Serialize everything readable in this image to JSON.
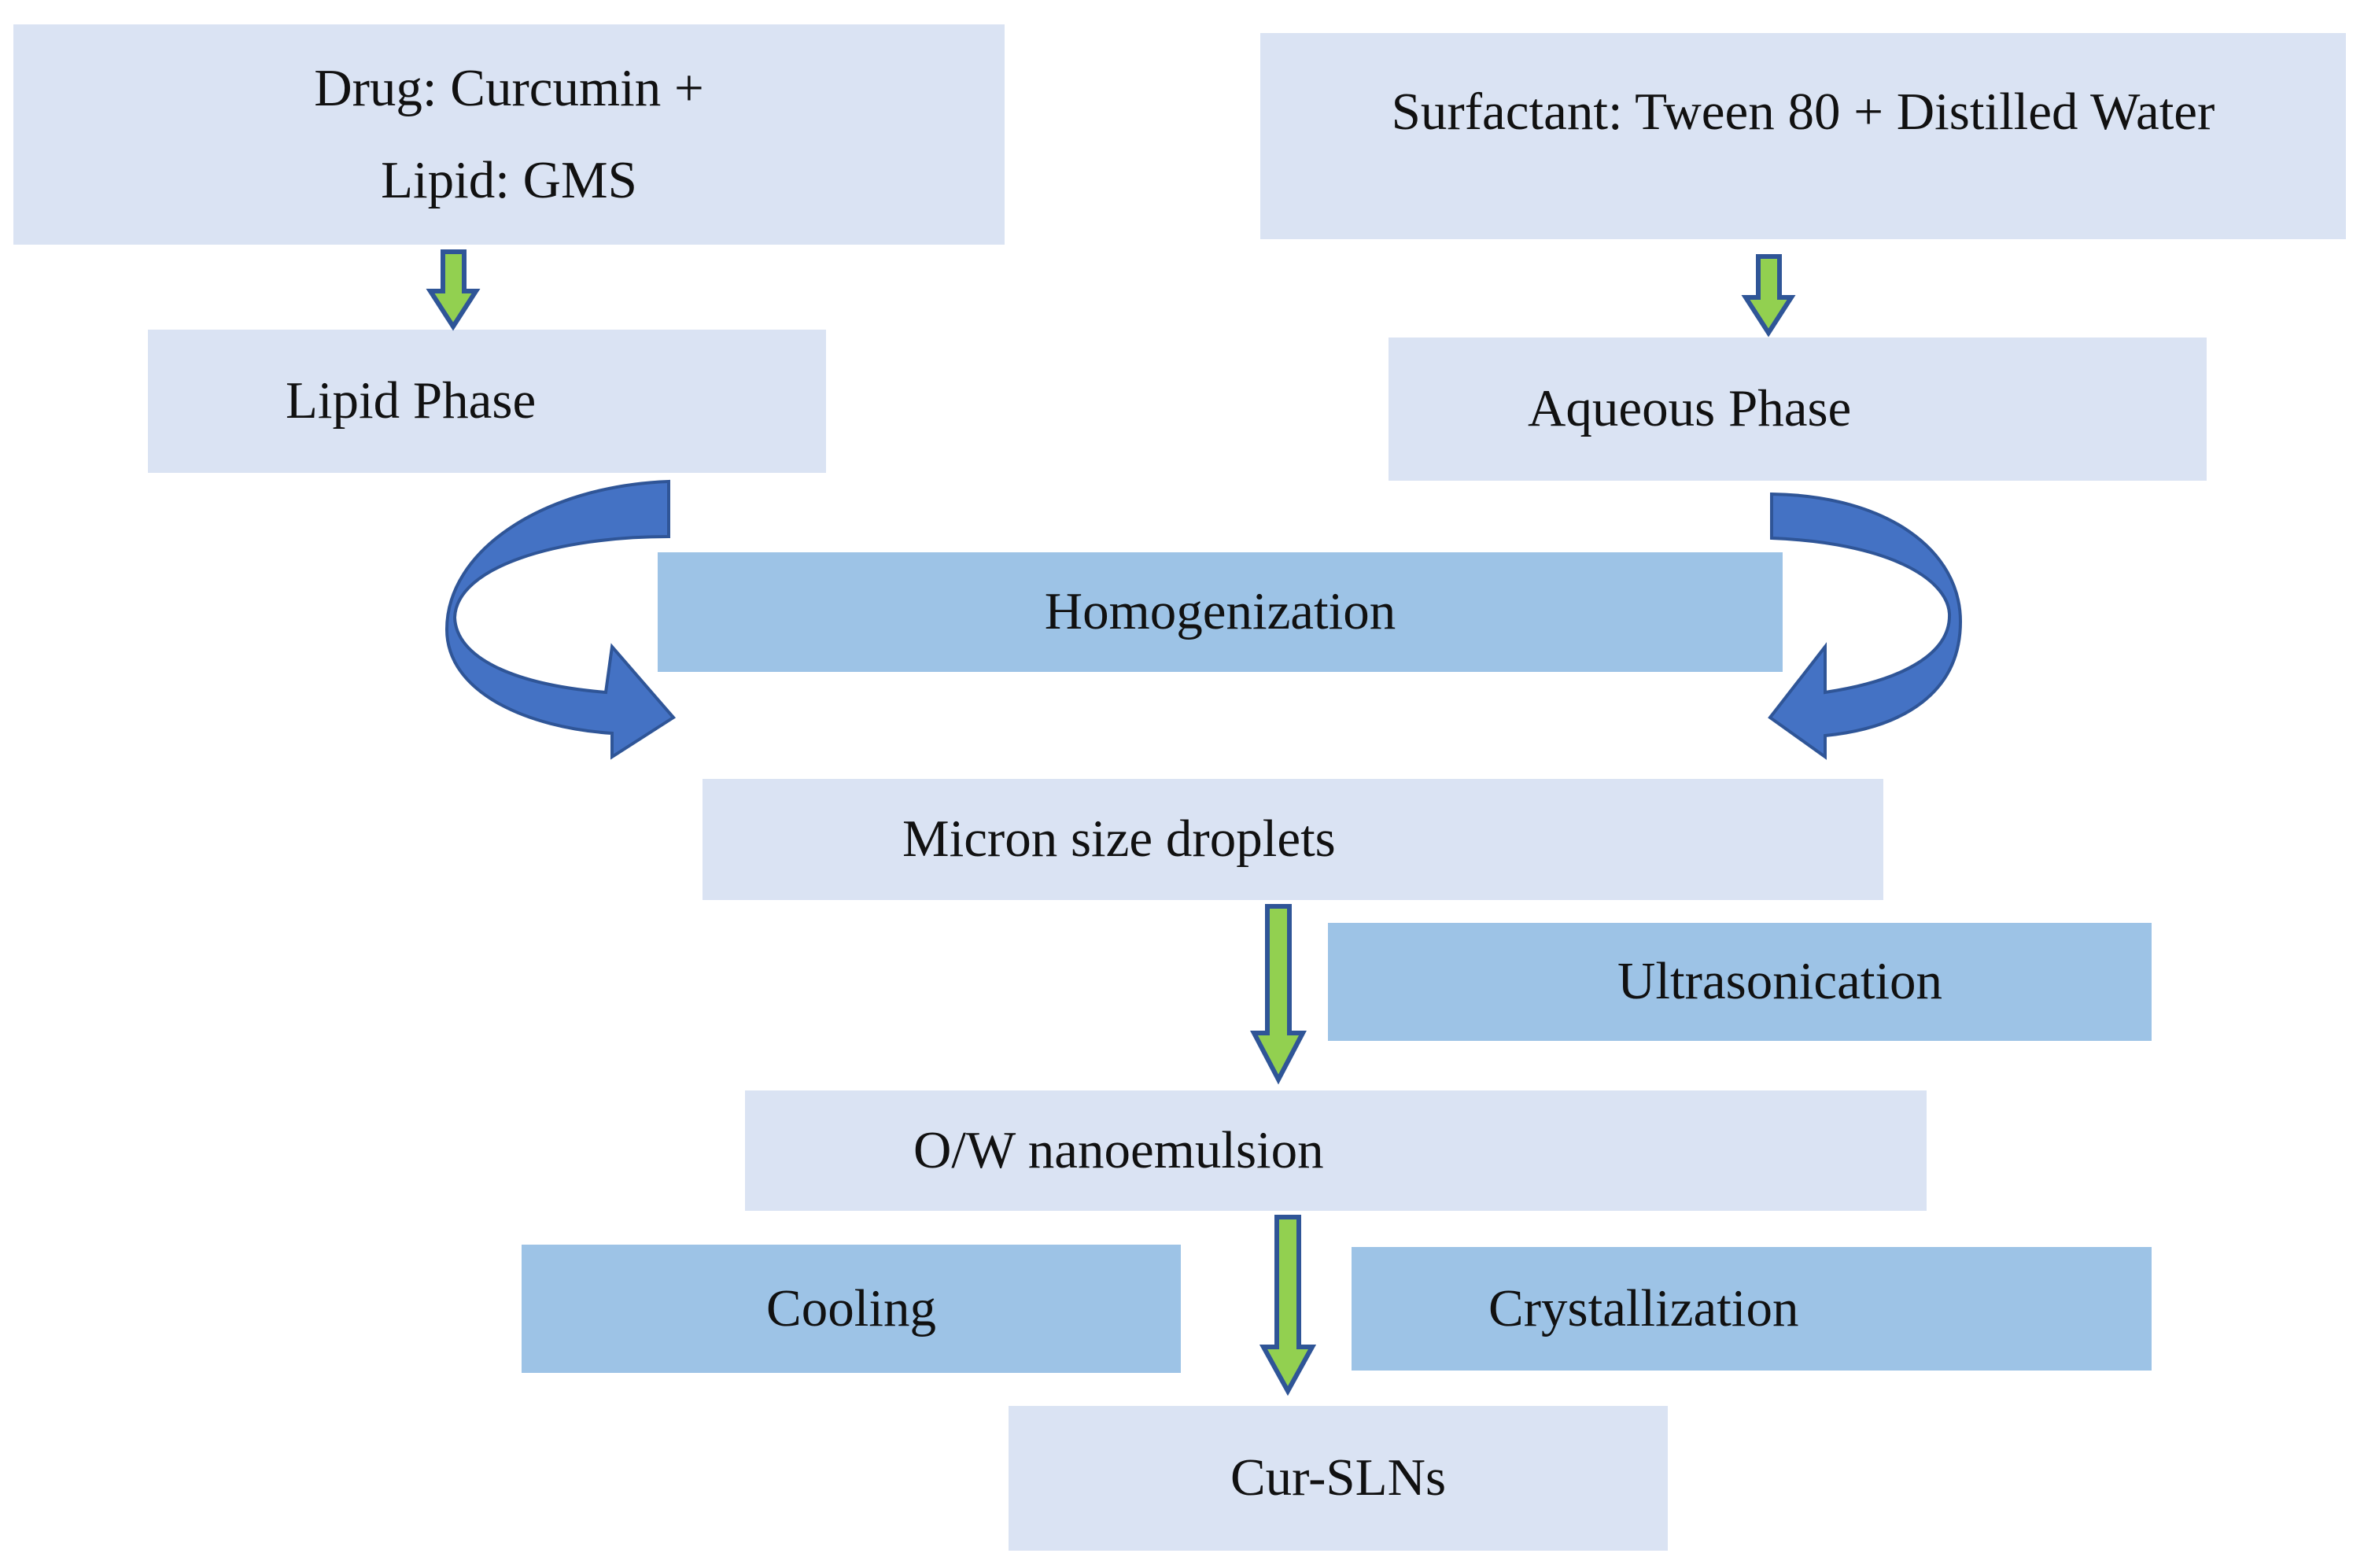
{
  "diagram": {
    "drug_line1": "Drug: Curcumin +",
    "drug_line2": "Lipid: GMS",
    "surfactant": "Surfactant: Tween 80 + Distilled Water",
    "lipid_phase": "Lipid Phase",
    "aqueous_phase": "Aqueous Phase",
    "homogenization": "Homogenization",
    "micron_droplets": "Micron size droplets",
    "ultrasonication": "Ultrasonication",
    "ow_nanoemulsion": "O/W nanoemulsion",
    "cooling": "Cooling",
    "crystallization": "Crystallization",
    "cur_slns": "Cur-SLNs"
  },
  "colors": {
    "light_box": "#dae3f3",
    "dark_box": "#9dc3e6",
    "arrow_fill": "#92d050",
    "arrow_stroke": "#2f5597",
    "curved_arrow": "#4472c4",
    "curved_arrow_dark": "#2f5597"
  }
}
